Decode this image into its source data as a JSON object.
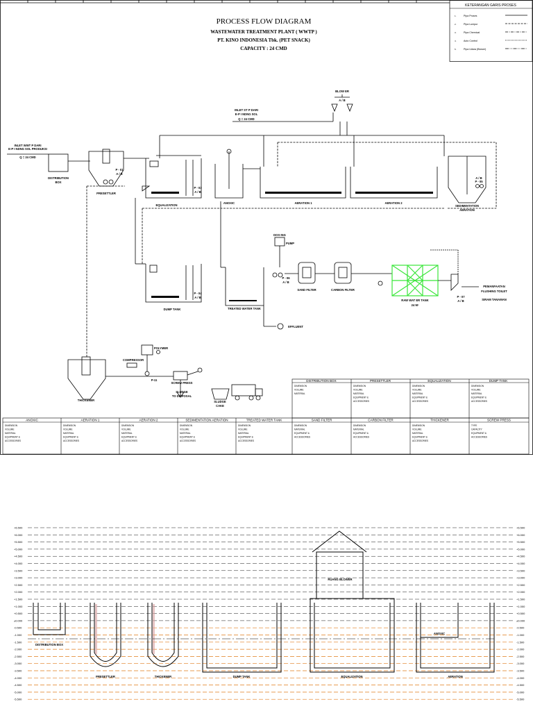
{
  "title": {
    "main": "PROCESS FLOW DIAGRAM",
    "line1": "WASTEWATER TREATMENT PLANT ( WWTP )",
    "line2": "PT. KINO INDONESIA Tbk. (PET SNACK)",
    "line3": "CAPACITY : 24 CMD"
  },
  "legend": {
    "title": "KETERANGAN GARIS PROSES",
    "items": [
      {
        "label": "Pipa Proses",
        "style": "solid"
      },
      {
        "label": "Pipa Lumpur",
        "style": "dash"
      },
      {
        "label": "Pipa Chemical",
        "style": "dashdot"
      },
      {
        "label": "Auto Control",
        "style": "dotted"
      },
      {
        "label": "Pipa Udara (Blower)",
        "style": "dashdot2"
      }
    ]
  },
  "flow": {
    "inlet_1": "INLET WWT P DARI",
    "inlet_2": "E-P I NDNG SOL PRODUKSI",
    "inlet_3": "Q = 24 CMD",
    "inlet_b1": "INLET ST P DARI",
    "inlet_b2": "E-P I NDNG SOL",
    "inlet_b3": "Q = 24 CMD",
    "blower": "BLOW ER",
    "blower_ab": "A / B",
    "distribution_1": "DISTRIBUTION",
    "distribution_2": "BOX",
    "presettler": "PRESETTLER",
    "p01": "P - 01",
    "p01_ab": "A / B",
    "equalization": "EQUALIZATION",
    "p03": "P - 03",
    "p03_ab": "A / B",
    "anoxic": "ANOXIC",
    "aeration1": "AERATION 1",
    "aeration2": "AERATION 2",
    "sedimentation_1": "SEDIMENTATION",
    "sedimentation_2": "AERATION",
    "p05": "P - 05",
    "p05_ab": "A / B",
    "dump": "DUMP TANK",
    "p04": "P - 04",
    "p04_ab": "A / B",
    "treated": "TREATED WATER TANK",
    "dosing": "DOS ING",
    "pump": "PUMP",
    "p06": "P - 06",
    "p06_ab": "A / B",
    "sand": "SAND FILTER",
    "carbon": "CARBON FILTER",
    "raw_1": "RAW WAT ER TANK",
    "raw_2": "24 M³",
    "p07": "P - 07",
    "p07_ab": "A / B",
    "reuse_1": "PEMANFAATAN",
    "reuse_2": "FLUSHING TOILET",
    "reuse_3": "SIRAM TANAMAN",
    "effluent": "EFFLUENT",
    "thickener": "THICKENER",
    "compressor": "COMPRESSOR",
    "polymer": "POLYMER",
    "p11": "P-11",
    "screw": "SCREW PRESS",
    "sludge_1": "SLUDGE",
    "sludge_2": "TO DISPOSAL",
    "cake_1": "SLUDGE",
    "cake_2": "CAKE"
  },
  "specs_top": [
    {
      "title": "DISTRIBUTION BOX",
      "lines": [
        "DIMENSION",
        "VOLUME",
        "MATERIAL"
      ]
    },
    {
      "title": "PRESETTLER",
      "lines": [
        "DIMENSION",
        "VOLUME",
        "MATERIAL",
        "EQUIPMENT &",
        "ACCESSORIES"
      ]
    },
    {
      "title": "EQUALIZATION",
      "lines": [
        "DIMENSION",
        "VOLUME",
        "MATERIAL",
        "EQUIPMENT &",
        "ACCESSORIES"
      ]
    },
    {
      "title": "DUMP TANK",
      "lines": [
        "DIMENSION",
        "VOLUME",
        "MATERIAL",
        "EQUIPMENT &",
        "ACCESSORIES"
      ]
    }
  ],
  "specs_bottom": [
    {
      "title": "ANOXIC",
      "lines": [
        "DIMENSION",
        "VOLUME",
        "MATERIAL",
        "EQUIPMENT &",
        "ACCESSORIES"
      ]
    },
    {
      "title": "AERATION 1",
      "lines": [
        "DIMENSION",
        "VOLUME",
        "MATERIAL",
        "EQUIPMENT &",
        "ACCESSORIES"
      ]
    },
    {
      "title": "AERATION 2",
      "lines": [
        "DIMENSION",
        "VOLUME",
        "MATERIAL",
        "EQUIPMENT &",
        "ACCESSORIES"
      ]
    },
    {
      "title": "SEDIMENTATION AERATION",
      "lines": [
        "DIMENSION",
        "VOLUME",
        "MATERIAL",
        "EQUIPMENT &",
        "ACCESSORIES"
      ]
    },
    {
      "title": "TREATED WATER TANK",
      "lines": [
        "DIMENSION",
        "VOLUME",
        "MATERIAL",
        "EQUIPMENT &",
        "ACCESSORIES"
      ]
    },
    {
      "title": "SAND FILTER",
      "lines": [
        "DIMENSION",
        "MATERIAL",
        "EQUIPMENT &",
        "ACCESSORIES"
      ]
    },
    {
      "title": "CARBON FILTER",
      "lines": [
        "DIMENSION",
        "MATERIAL",
        "EQUIPMENT &",
        "ACCESSORIES"
      ]
    },
    {
      "title": "THICKENER",
      "lines": [
        "DIMENSION",
        "VOLUME",
        "MATERIAL",
        "EQUIPMENT &",
        "ACCESSORIES"
      ]
    },
    {
      "title": "SCREW PRESS",
      "lines": [
        "TYPE",
        "CAPACITY",
        "EQUIPMENT &",
        "ACCESSORIES"
      ]
    }
  ],
  "section": {
    "elev_left": [
      "+6.500",
      "+6.000",
      "+5.500",
      "+5.000",
      "+4.500",
      "+4.000",
      "+3.500",
      "+3.000",
      "+2.500",
      "+2.000",
      "+1.500",
      "+1.000",
      "+0.500",
      "±0.000",
      "-0.500",
      "-1.000",
      "-1.500",
      "-2.000",
      "-2.500",
      "-3.000",
      "-3.500",
      "-4.000",
      "-4.500",
      "-5.000",
      "-5.500"
    ],
    "elev_right": [
      "+6.500",
      "+6.000",
      "+5.500",
      "+5.000",
      "+4.500",
      "+4.000",
      "+3.500",
      "+3.000",
      "+2.500",
      "+2.000",
      "+1.500",
      "+1.000",
      "+0.500",
      "±0.000",
      "-0.500",
      "-1.000",
      "-1.500",
      "-2.000",
      "-2.500",
      "-3.000",
      "-3.500",
      "-4.000",
      "-4.500",
      "-5.000",
      "-5.500"
    ],
    "distribution": "DISTRIBUTION BOX",
    "presettler": "PRESETTLER",
    "thickener": "THICKENER",
    "dump": "DUMP TANK",
    "equalization": "EQUALIZATION",
    "anoxic": "ANOXIC",
    "aeration": "AERATION",
    "blower": "RUANG BLOWER"
  },
  "colors": {
    "line": "#000000",
    "raw_tank": "#39e639",
    "ground": "#e07b1a"
  }
}
